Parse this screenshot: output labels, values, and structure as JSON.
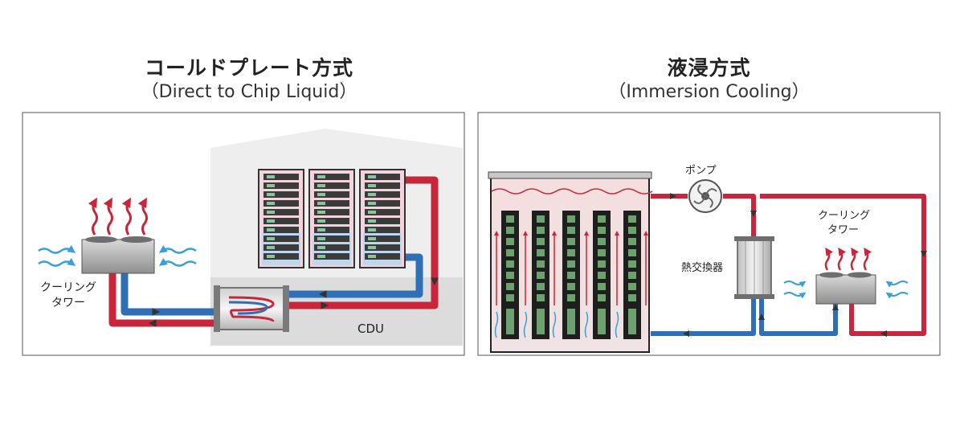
{
  "left_panel": {
    "title": "コールドプレート方式",
    "subtitle": "（Direct to Chip Liquid）",
    "labels": {
      "cooling_tower_line1": "クーリング",
      "cooling_tower_line2": "タワー",
      "cdu": "CDU"
    }
  },
  "right_panel": {
    "title": "液浸方式",
    "subtitle": "（Immersion Cooling）",
    "labels": {
      "pump": "ポンプ",
      "heat_exchanger": "熱交換器",
      "cooling_tower_line1": "クーリング",
      "cooling_tower_line2": "タワー"
    }
  },
  "colors": {
    "hot_pipe": "#c8263a",
    "cold_pipe": "#2f6fb5",
    "building": "#e4e4e4",
    "server_rack_frame": "#3a3a3a",
    "coolant": "#f3dede",
    "hot_arrow": "#c8263a",
    "air_wave": "#3a9fd8"
  }
}
